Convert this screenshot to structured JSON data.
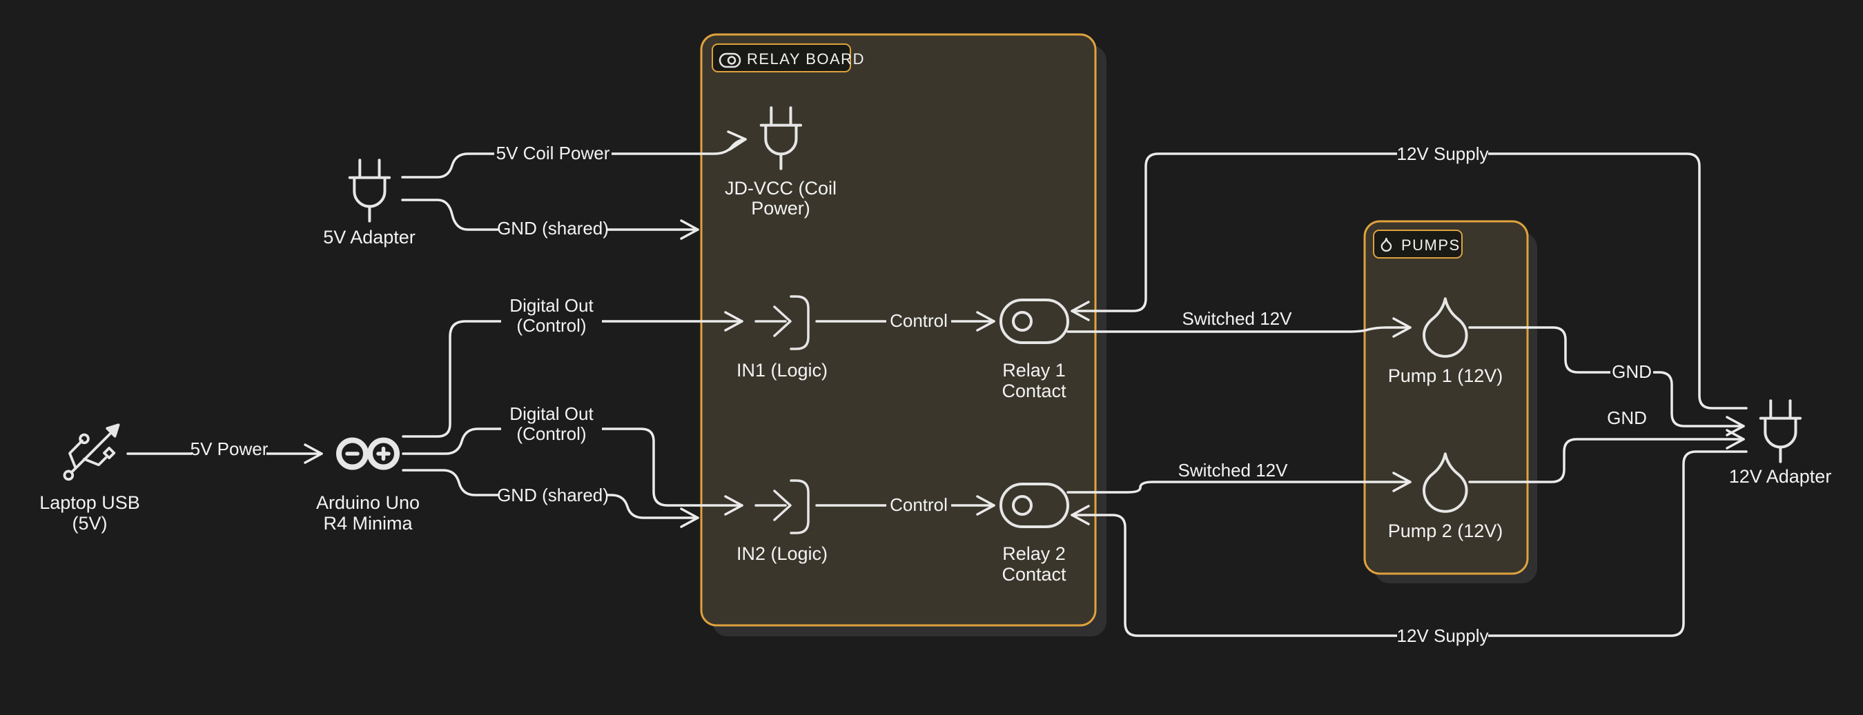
{
  "diagram_title": "Relay board wiring diagram",
  "colors": {
    "background": "#1c1c1c",
    "container_fill": "#3a362b",
    "container_border": "#e0a23e",
    "container_shadow": "#303030",
    "badge_fill": "#191916",
    "wire": "#ebebeb",
    "text": "#f3f3f3"
  },
  "containers": {
    "relay_board": {
      "title": "RELAY BOARD"
    },
    "pumps": {
      "title": "PUMPS"
    }
  },
  "nodes": {
    "laptop_usb": {
      "label": [
        "Laptop USB",
        "(5V)"
      ]
    },
    "arduino": {
      "label": [
        "Arduino Uno",
        "R4 Minima"
      ]
    },
    "adapter_5v": {
      "label": [
        "5V Adapter"
      ]
    },
    "jd_vcc": {
      "label": [
        "JD-VCC (Coil",
        "Power)"
      ]
    },
    "in1": {
      "label": [
        "IN1 (Logic)"
      ]
    },
    "in2": {
      "label": [
        "IN2 (Logic)"
      ]
    },
    "relay1": {
      "label": [
        "Relay 1",
        "Contact"
      ]
    },
    "relay2": {
      "label": [
        "Relay 2",
        "Contact"
      ]
    },
    "pump1": {
      "label": [
        "Pump 1 (12V)"
      ]
    },
    "pump2": {
      "label": [
        "Pump 2 (12V)"
      ]
    },
    "adapter_12v": {
      "label": [
        "12V Adapter"
      ]
    }
  },
  "edges": {
    "power_5v": {
      "label": "5V Power"
    },
    "coil_power": {
      "label": "5V Coil Power"
    },
    "gnd_shared_top": {
      "label": "GND (shared)"
    },
    "digital_out_1": {
      "label": [
        "Digital Out",
        "(Control)"
      ]
    },
    "digital_out_2": {
      "label": [
        "Digital Out",
        "(Control)"
      ]
    },
    "gnd_shared_bottom": {
      "label": "GND (shared)"
    },
    "control_1": {
      "label": "Control"
    },
    "control_2": {
      "label": "Control"
    },
    "supply_top": {
      "label": "12V Supply"
    },
    "supply_bottom": {
      "label": "12V Supply"
    },
    "switched_1": {
      "label": "Switched 12V"
    },
    "switched_2": {
      "label": "Switched 12V"
    },
    "gnd_1": {
      "label": "GND"
    },
    "gnd_2": {
      "label": "GND"
    }
  }
}
